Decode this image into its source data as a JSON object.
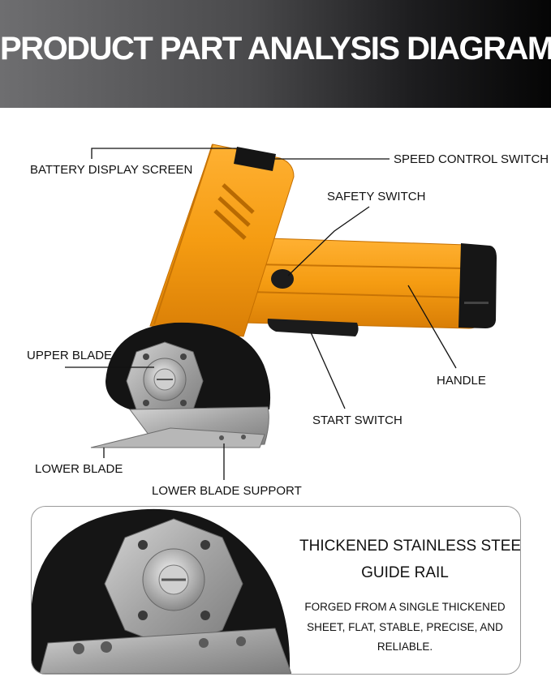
{
  "banner": {
    "title": "PRODUCT PART ANALYSIS DIAGRAM"
  },
  "labels": {
    "battery_display_screen": "BATTERY DISPLAY SCREEN",
    "speed_control_switch": "SPEED CONTROL SWITCH",
    "safety_switch": "SAFETY SWITCH",
    "upper_blade": "UPPER BLADE",
    "handle": "HANDLE",
    "start_switch": "START SWITCH",
    "lower_blade": "LOWER BLADE",
    "lower_blade_support": "LOWER BLADE SUPPORT"
  },
  "feature_card": {
    "title_line1": "THICKENED STAINLESS STEEL",
    "title_line2": "GUIDE RAIL",
    "desc_line1": "FORGED FROM A SINGLE THICKENED",
    "desc_line2": "SHEET, FLAT, STABLE, PRECISE, AND",
    "desc_line3": "RELIABLE."
  },
  "colors": {
    "body_orange": "#f59c12",
    "battery_black": "#141414",
    "blade_steel": "#a8a8a8"
  }
}
